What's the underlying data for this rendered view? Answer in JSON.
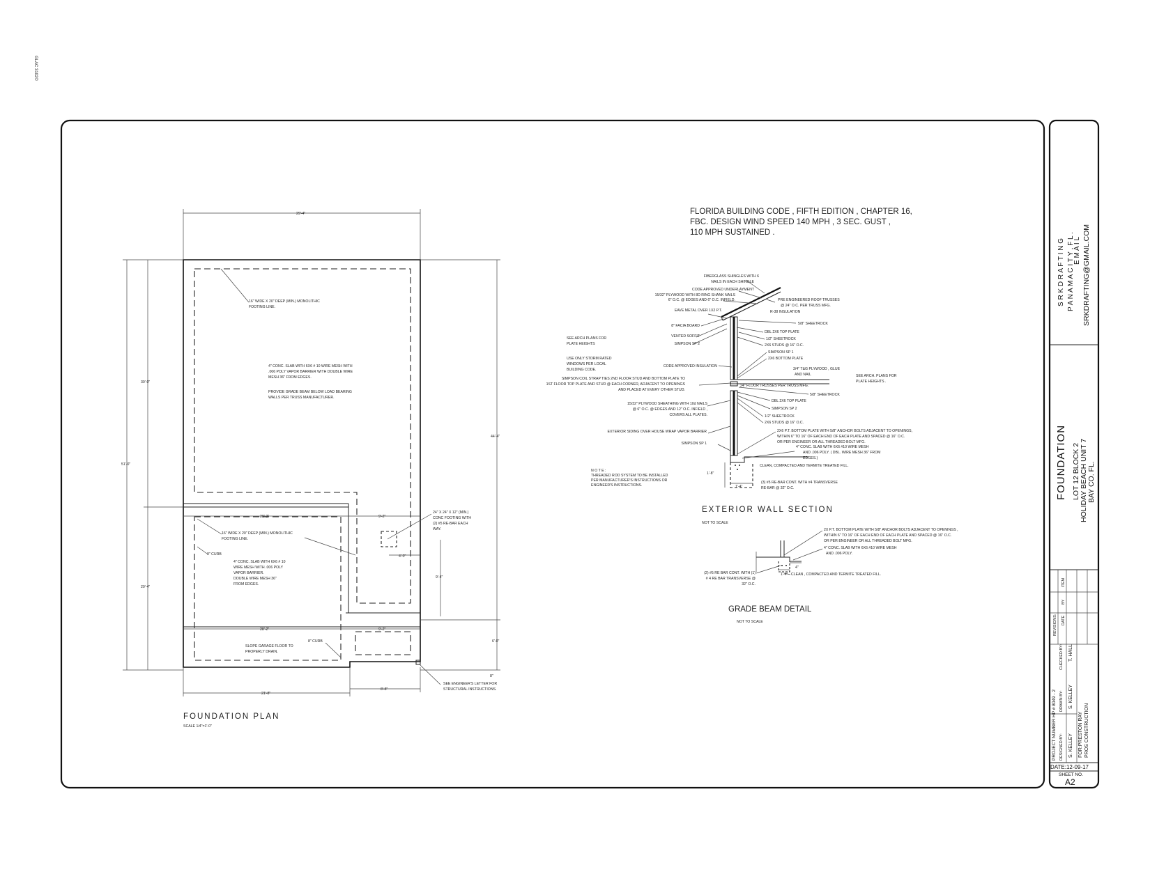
{
  "stamp": "GLAC 3102©",
  "code_note": [
    "FLORIDA BUILDING CODE , FIFTH EDITION , CHAPTER 16,",
    "FBC.  DESIGN WIND SPEED 140 MPH , 3 SEC. GUST ,",
    "110 MPH SUSTAINED ."
  ],
  "foundation_plan": {
    "title": "FOUNDATION    PLAN",
    "scale": "SCALE 1/4\"=1'-0\"",
    "dims": {
      "top": "29'-4\"",
      "left_upper": "30'-0\"",
      "left_overall": "51'-0\"",
      "left_lower": "20'-4\"",
      "right_overall": "44'-4\"",
      "right_small": "6'-0\"",
      "right_tiny": "8\"",
      "garage_w1": "28'-2\"",
      "notch_w1": "9'-2\"",
      "garage_w2": "28'-2\"",
      "notch_w2": "9'-2\"",
      "pad_w": "4'-0\"",
      "notch_h": "9'-4\"",
      "bottom_left": "21'-8\"",
      "bottom_right": "8'-8\""
    },
    "notes": {
      "footing_1": [
        "16\" WIDE X 20\" DEEP (MIN.) MONOLITHIC",
        "FOOTING LINE."
      ],
      "slab_1": [
        "4\" CONC. SLAB WITH 6X6 # 10  WIRE MESH WITH",
        ".006 POLY VAPOR BARRIER  WITH  DOUBLE WIRE",
        "MESH 36\" FROM EDGES."
      ],
      "grade_beam": [
        "PROVIDE GRADE BEAM BELOW LOAD BEARING",
        "WALLS  PER TRUSS MANUFACTURER."
      ],
      "footing_2": [
        "16\" WIDE X 20\" DEEP (MIN.) MONOLITHIC",
        "FOOTING LINE."
      ],
      "curb_1": "8\" CURB",
      "slab_2": [
        "4\" CONC. SLAB WITH 6X6 # 10",
        "WIRE MESH WITH .006 POLY",
        "VAPOR BARRIER.",
        "DOUBLE WIRE MESH 36\"",
        "FROM EDGES."
      ],
      "pad": [
        "24\" X 24\" X 12\" (MIN.)",
        "CONC FOOTING WITH",
        "(2) #5 RE-BAR EACH",
        "WAY."
      ],
      "slope": [
        "SLOPE GARAGE FLOOR TO",
        "PROPERLY DRAIN."
      ],
      "curb_2": "8\" CURB",
      "engineer": [
        "SEE ENGINEER'S LETTER FOR",
        "STRUCTURAL INSTRUCTIONS."
      ]
    }
  },
  "wall_section": {
    "title": "EXTERIOR    WALL    SECTION",
    "scale": "NOT  TO  SCALE",
    "left_notes": {
      "shingles": [
        "FIBERGLASS SHINGLES WITH 6",
        "NAILS IN EACH SHINGLE"
      ],
      "underlayment": "CODE APPROVED UNDERLAYMENT",
      "plywood": [
        "15/32\" PLYWOOD  WITH 8D RING SHANK NAILS",
        "6\" O.C. @ EDGES AND 6\" O.C. INFIELD."
      ],
      "eave": "EAVE METAL OVER 1X2 P.T.",
      "facia": "8\" FACIA BOARD",
      "soffit": "VENTED SOFFIT",
      "sp2": "SIMPSON SP 2",
      "arch1": [
        "SEE  ARCH PLANS FOR",
        "PLATE HEIGHTS"
      ],
      "windows": [
        "USE ONLY STORM RATED",
        "WINDOWS PER LOCAL",
        "BUILDING CODE."
      ],
      "insulation": "CODE APPROVED INSULATION",
      "strap": [
        "SIMPSON  COIL  STRAP TIES 2ND  FLOOR  STUD AND BOTTOM PLATE TO",
        "1ST FLOOR  TOP PLATE  AND  STUD @ EACH CORNER, ADJACENT TO OPENINGS",
        "AND  PLACED  AT EVERY OTHER  STUD."
      ],
      "sheathing": [
        "15/32\" PLYWOOD SHEATHING WITH 10d NAILS",
        "@ 6\" O.C. @ EDGES AND 12\" O.C. INFIELD ,",
        "COVERS ALL PLATES."
      ],
      "siding": "EXTERIOR SIDING OVER HOUSE WRAP VAPOR BARRIER",
      "sp1": "SIMPSON SP 1",
      "note": [
        "N O T E :",
        "THREADED ROD SYSTEM TO BE INSTALLED",
        "PER MANUFACTURER'S INSTRUCTIONS OR",
        "ENGINEER'S INSTRUCTIONS."
      ]
    },
    "right_notes": {
      "trusses": [
        "PRE ENGINEERED  ROOF  TRUSSES",
        "@ 24\" O.C. PER  TRUSS  MFG."
      ],
      "insul": "R-38 INSULATION",
      "rock1": "5/8\"  SHEETROCK",
      "dbl1": "DBL 2X6 TOP PLATE",
      "rock2": "1/2\"  SHEETROCK",
      "studs1": "2X6 STUDS @ 16\" O.C.",
      "sp1": "SIMPSON  SP 1",
      "bottom": "2X6  BOTTOM  PLATE",
      "tg": [
        "3/4\" T&G PLYWOOD , GLUE",
        "AND NAIL"
      ],
      "floor": "24\" FLOOR TRUSSES PER TRUSS MFG.",
      "arch2": [
        "SEE  ARCH.  PLANS FOR",
        "PLATE HEIGHTS ."
      ],
      "rock3": "5/8\"  SHEETROCK",
      "dbl2": "DBL 2X6 TOP PLATE",
      "sp2": "SIMPSON SP 2",
      "rock4": "1/2\"  SHEETROCK",
      "studs2": "2X6 STUDS @ 16\" O.C.",
      "ptplate": [
        "2X6 P.T. BOTTOM PLATE WITH 5/8\" ANCHOR BOLTS ADJACENT TO OPENINGS,",
        "WITHIN 6\" TO 16\" OF EACH END OF EACH PLATE AND SPACED @ 16\" O.C.",
        "OR PER ENGINEER OR ALL THREADED BOLT MFG."
      ],
      "slab": [
        "4\"  CONC. SLAB WITH 6X6 #10 WIRE MESH",
        "AND .006 POLY. ( DBL. WIRE MESH 36\" FROM",
        "EDGES.)"
      ],
      "fill": "CLEAN,  COMPACTED  AND  TERMITE  TREATED  FILL.",
      "rebar": [
        "(3) #5 RE-BAR CONT. WITH #4 TRANSVERSE",
        "RE-BAR @ 32\" O.C."
      ]
    },
    "dims": {
      "d1": "1'-8\"",
      "d2": "1'-4\""
    }
  },
  "grade_beam": {
    "title": "GRADE  BEAM  DETAIL",
    "scale": "NOT  TO  SCALE",
    "notes": {
      "plate": [
        "2X P.T. BOTTOM PLATE WITH 5/8\" ANCHOR BOLTS ADJACENT TO OPENINGS ,",
        "WITHIN 6\" TO 16\" OF EACH END OF EACH PLATE AND SPACED @ 16\" O.C.",
        "OR PER ENGINEER OR ALL THREADED BOLT MFG."
      ],
      "slab": [
        "4\"  CONC. SLAB WITH 6X6 #10 WIRE MESH",
        "AND .006 POLY."
      ],
      "rebar": [
        "(2) #5 RE BAR CONT. WITH (1)",
        "# 4 RE BAR TRANSVERSE @",
        "32\" O.C."
      ],
      "fill": "CLEAN ,  COMPACTED  AND  TERMITE  TREATED FILL."
    },
    "dims": {
      "d1": "1'-4\"",
      "d2": "4\""
    }
  },
  "title_block": {
    "company": "S R K   D R A F T I N G",
    "city": "P A N A M A   C I T Y  ,  F L .",
    "email_label": "E M A I L",
    "email": "SRKDRAFTING@GMAIL.COM",
    "sheet_title": "FOUNDATION",
    "location": [
      "LOT  12 BLOCK 2",
      "HOLIDAY BEACH  UNIT  7",
      "BAY CO.  FL."
    ],
    "revisions": {
      "label": "REVISIONS:",
      "date": "DATE",
      "by": "BY",
      "item": "ITEM"
    },
    "project_no": "PROJECT NUMBER   HP # 8049 - 2",
    "designed_by": "DESIGNED BY:",
    "drawn_by": "DRAWN BY:",
    "checked_by": "CHECKED BY:",
    "designer": "S. KELLEY",
    "drafter": "S. KELLEY",
    "checker": "T. HALL",
    "client": [
      "FOR:PRESTON RAY",
      "PROS CONSTRUCTION"
    ],
    "date": "DATE:12-09-17",
    "sheet_no_label": "SHEET NO.",
    "sheet_no": "A2"
  }
}
